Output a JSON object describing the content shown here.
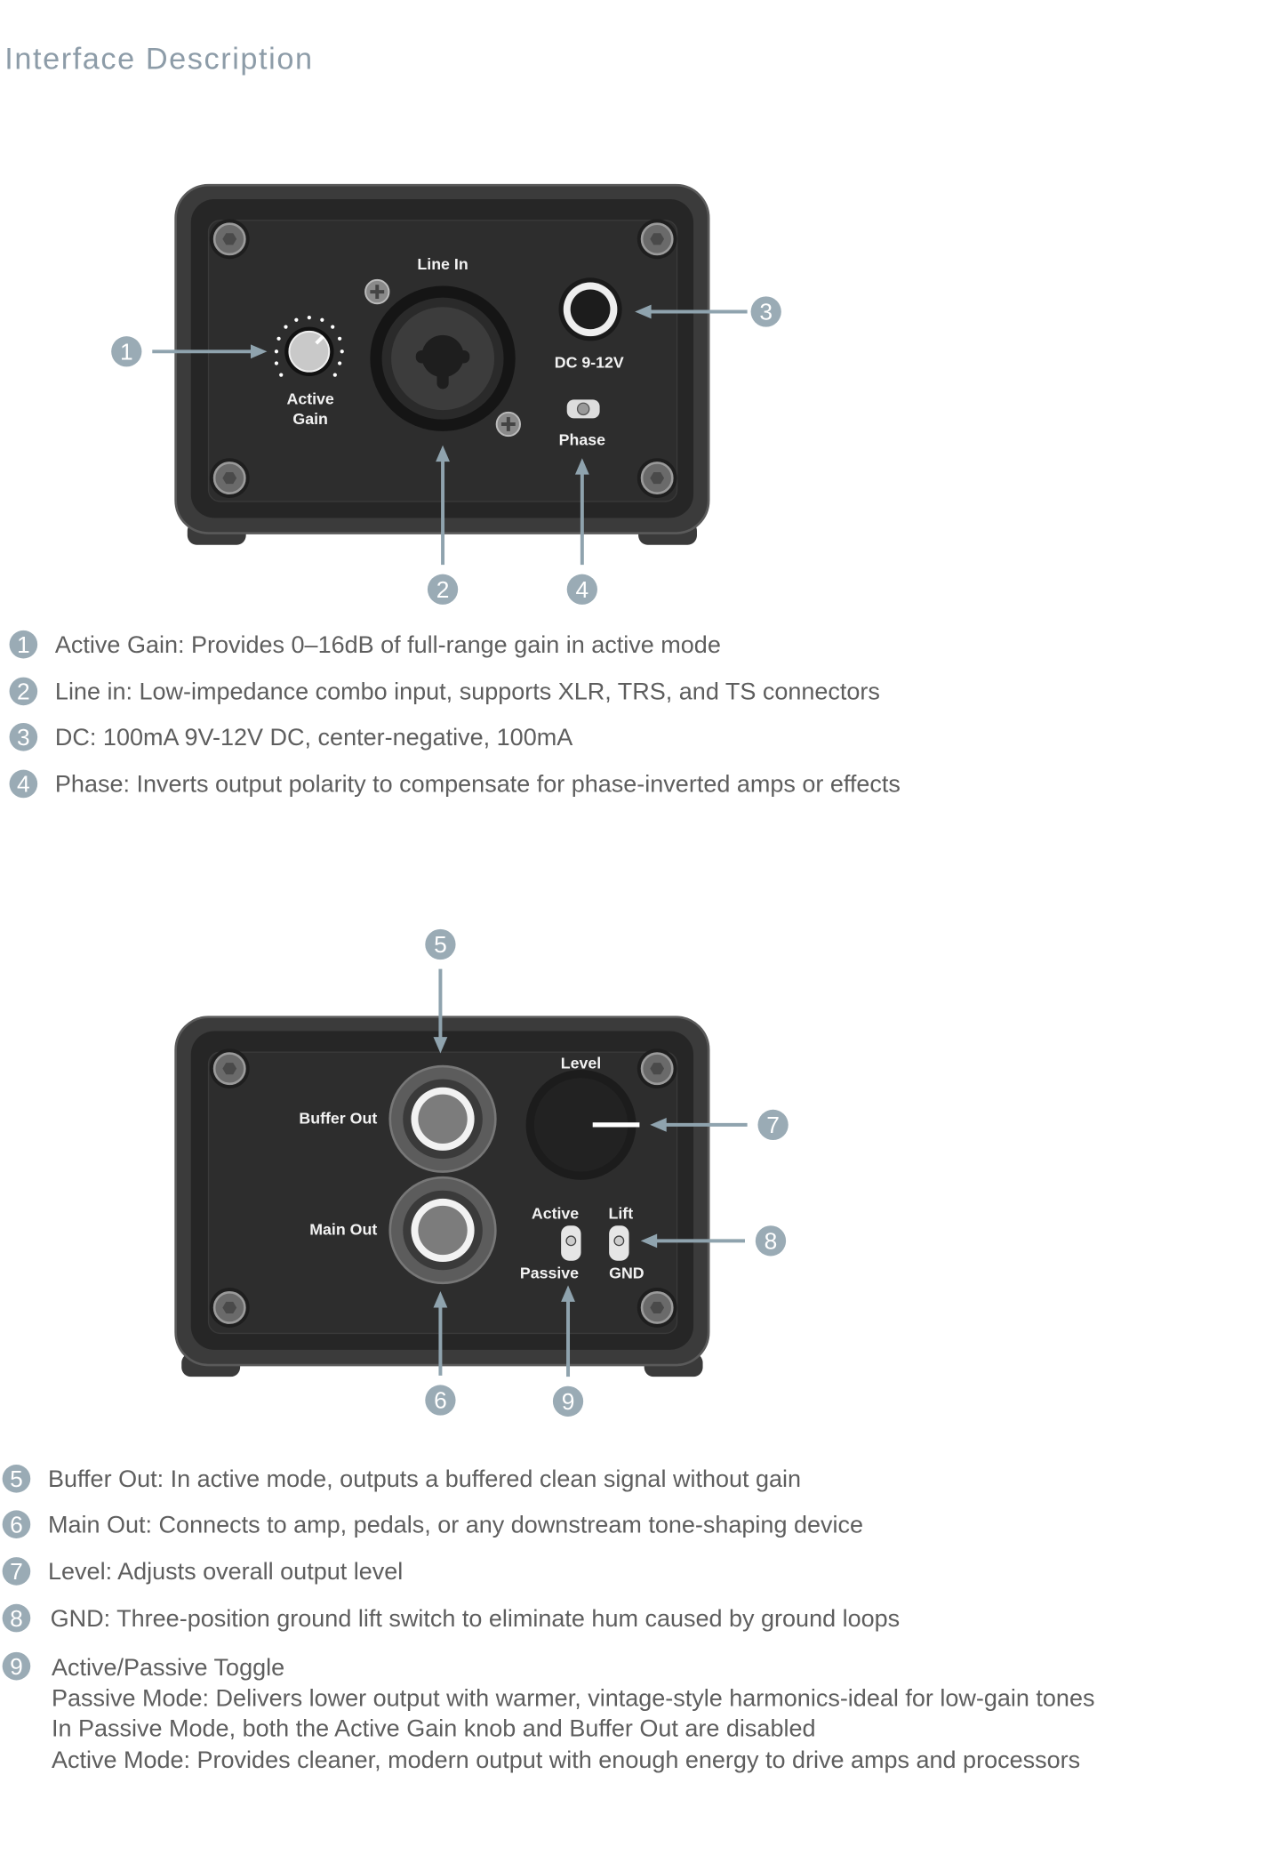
{
  "title": "Interface Description",
  "colors": {
    "accent": "#9aabb5",
    "text": "#5e5e5e",
    "device_body": "#3a3a3a",
    "panel": "#2b2b2b"
  },
  "front_panel": {
    "labels": {
      "line_in": "Line In",
      "active": "Active",
      "gain": "Gain",
      "dc": "DC 9-12V",
      "phase": "Phase"
    },
    "callouts": [
      "1",
      "2",
      "3",
      "4"
    ]
  },
  "back_panel": {
    "labels": {
      "buffer_out": "Buffer Out",
      "main_out": "Main Out",
      "level": "Level",
      "active": "Active",
      "passive": "Passive",
      "lift": "Lift",
      "gnd": "GND"
    },
    "callouts": [
      "5",
      "6",
      "7",
      "8",
      "9"
    ]
  },
  "descriptions_front": [
    {
      "num": "1",
      "text": "Active Gain: Provides 0–16dB of full-range gain in active mode"
    },
    {
      "num": "2",
      "text": "Line in: Low-impedance combo input, supports XLR, TRS, and TS connectors"
    },
    {
      "num": "3",
      "text": "DC: 100mA 9V-12V DC, center-negative, 100mA"
    },
    {
      "num": "4",
      "text": "Phase: Inverts output polarity to compensate for phase-inverted amps or effects"
    }
  ],
  "descriptions_back": [
    {
      "num": "5",
      "text": "Buffer Out: In active mode, outputs a buffered clean signal without gain"
    },
    {
      "num": "6",
      "text": "Main Out: Connects to amp, pedals, or any downstream tone-shaping device"
    },
    {
      "num": "7",
      "text": "Level: Adjusts overall output level"
    },
    {
      "num": "8",
      "text": "GND: Three-position ground lift switch to eliminate hum caused by ground loops"
    },
    {
      "num": "9",
      "text": "Active/Passive Toggle",
      "lines": [
        "Passive Mode: Delivers lower output with warmer, vintage-style harmonics-ideal for low-gain tones",
        "In Passive Mode, both the Active Gain knob and Buffer Out are disabled",
        "Active Mode: Provides cleaner, modern output with enough energy to drive amps and processors"
      ]
    }
  ]
}
